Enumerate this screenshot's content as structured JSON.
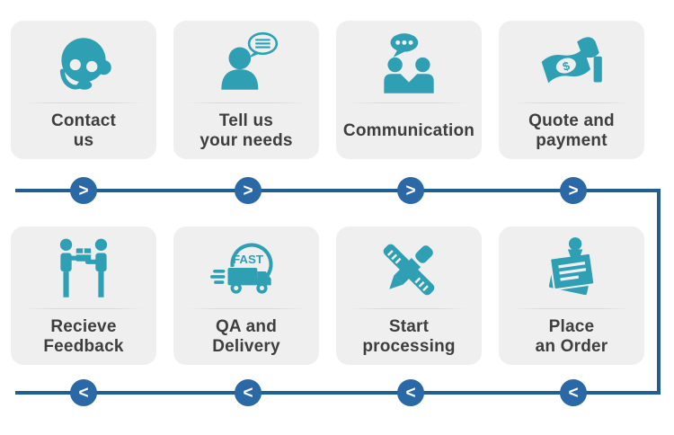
{
  "colors": {
    "teal": "#2F9FB4",
    "card_bg": "#EFEFEF",
    "label_text": "#3E3E3E",
    "line_blue": "#235E93",
    "circle_blue": "#2A69A5",
    "divider": "#D9D9D9"
  },
  "flow": {
    "forward_symbol": ">",
    "backward_symbol": "<"
  },
  "cards": [
    {
      "label": "Contact\nus",
      "icon": "support-headset-icon"
    },
    {
      "label": "Tell us\nyour needs",
      "icon": "person-speech-bubble-icon"
    },
    {
      "label": "Communication",
      "icon": "handshake-chat-icon"
    },
    {
      "label": "Quote and\npayment",
      "icon": "money-in-hand-icon"
    },
    {
      "label": "Recieve\nFeedback",
      "icon": "exchange-box-icon"
    },
    {
      "label": "QA and\nDelivery",
      "icon": "fast-delivery-truck-icon"
    },
    {
      "label": "Start\nprocessing",
      "icon": "pencil-ruler-icon"
    },
    {
      "label": "Place\nan Order",
      "icon": "pinned-note-icon"
    }
  ],
  "delivery_badge": "FAST",
  "money_symbol": "$"
}
